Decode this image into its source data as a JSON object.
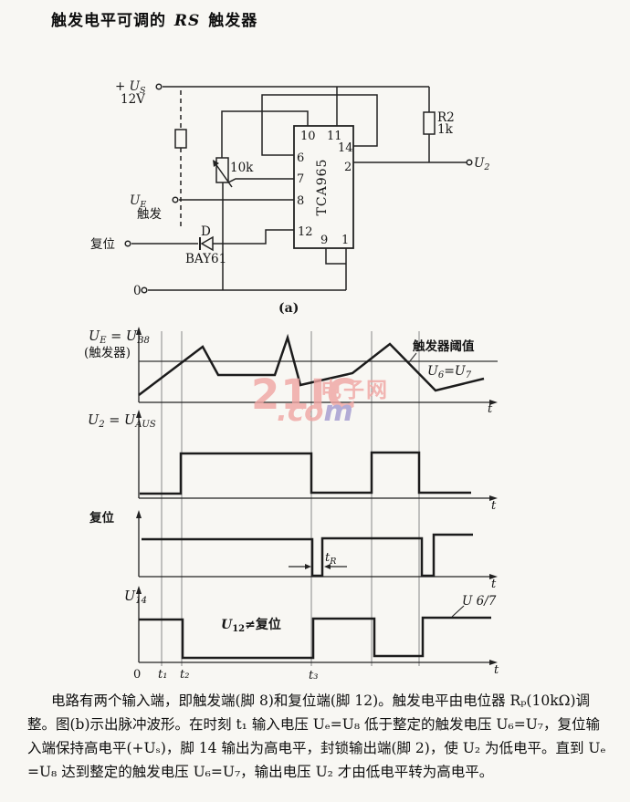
{
  "page": {
    "title_pre": "触发电平可调的",
    "title_em": "RS",
    "title_post": "触发器"
  },
  "circuit": {
    "caption": "(a)",
    "supply": {
      "u": "+ U",
      "u_sub": "S",
      "volts": "12V"
    },
    "r2": {
      "name": "R2",
      "value": "1k"
    },
    "pot": {
      "value": "10k"
    },
    "ic": {
      "name": "TCA965",
      "pin10": "10",
      "pin11": "11",
      "pin14": "14",
      "pin2": "2",
      "pin6": "6",
      "pin7": "7",
      "pin8": "8",
      "pin12": "12",
      "pin9": "9",
      "pin1": "1"
    },
    "output": {
      "u": "U",
      "u_sub": "2"
    },
    "trigger_input": {
      "u": "U",
      "u_sub": "E",
      "cn": "触发"
    },
    "reset_input": {
      "cn": "复位"
    },
    "diode": {
      "ref": "D",
      "type": "BAY61"
    },
    "ground": "0"
  },
  "waveforms": {
    "t": "t",
    "wf1": {
      "u1": "U",
      "u1_sub": "E",
      "u2": " = U",
      "u2_sub": "B8",
      "line2": "(触发器)",
      "thresh_title": "触发器阈值",
      "th1": "U",
      "th1_sub": "6",
      "th2": "=U",
      "th2_sub": "7"
    },
    "wf2": {
      "u1": "U",
      "u1_sub": "2",
      "u2": " = U",
      "u2_sub": "AUS"
    },
    "wf3": {
      "label": "复位",
      "tr": "t",
      "tr_sub": "R"
    },
    "wf4": {
      "u1": "U",
      "u1_sub": "14",
      "note1": "U",
      "note1_sub": "12",
      "note2": "≠复位",
      "u67": "U 6/7"
    },
    "ticks": {
      "t0": "0",
      "t1": "t₁",
      "t2": "t₂",
      "t3": "t₃"
    }
  },
  "watermark": {
    "brand": "21IC",
    "cn": "电子网",
    "dot_co": ".co",
    "m": "m",
    "pink": "#f0a5a2",
    "purple": "#a39ad0"
  },
  "body": {
    "lines": [
      "电路有两个输入端，即触发端(脚 8)和复位端(脚 12)。触发电平由电位器 Rₚ(10kΩ)调",
      "整。图(b)示出脉冲波形。在时刻 t₁ 输入电压 Uₑ=U₈ 低于整定的触发电压 U₆=U₇，复位输",
      "入端保持高电平(+Uₛ)，脚 14 输出为高电平，封锁输出端(脚 2)，使 U₂ 为低电平。直到 Uₑ",
      "=U₈ 达到整定的触发电压 U₆=U₇，输出电压 U₂ 才由低电平转为高电平。"
    ]
  }
}
